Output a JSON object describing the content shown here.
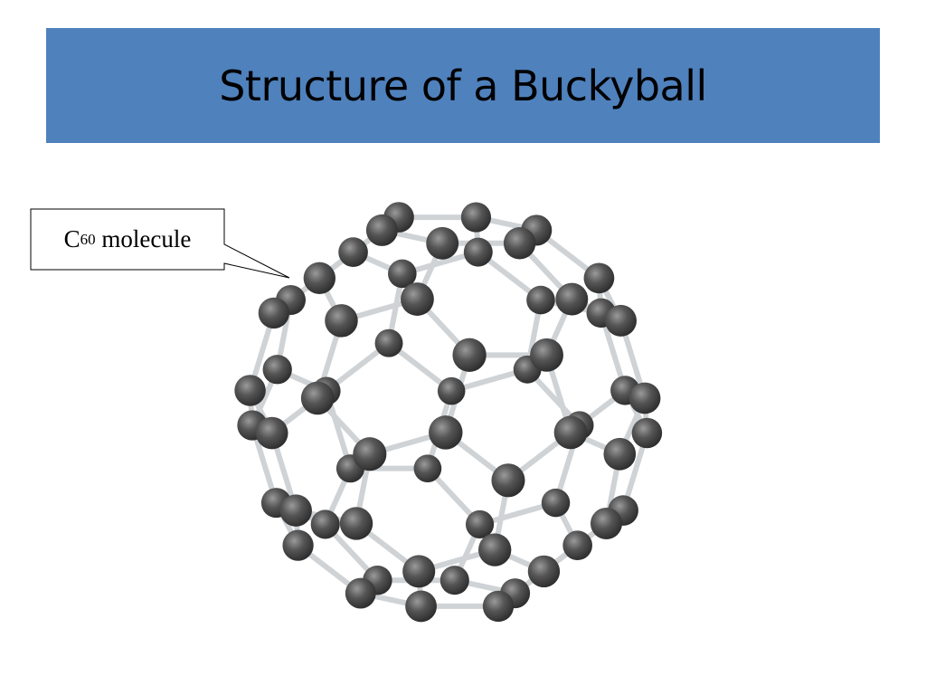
{
  "slide": {
    "title": "Structure of a Buckyball",
    "callout": {
      "formula_symbol": "C",
      "formula_subscript": "60",
      "formula_rest": " molecule"
    }
  },
  "colors": {
    "title_bar": "#4f81bd",
    "atom": "#4a4a4a",
    "bond": "#cfd3d6"
  },
  "icons": [
    "buckyball-molecule-illustration"
  ]
}
